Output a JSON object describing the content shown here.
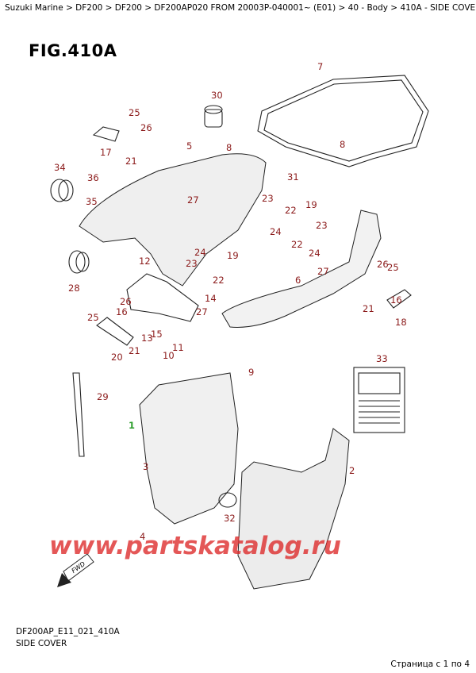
{
  "breadcrumb": "Suzuki Marine > DF200 > DF200 > DF200AP020 FROM 20003P-040001~ (E01) > 40 - Body > 410A - SIDE COVER",
  "figure_title": "FIG.410A",
  "drawing_code": "DF200AP_E11_021_410A",
  "subtitle": "SIDE COVER",
  "pager": "Страница с 1 по 4",
  "watermark": "www.partskatalog.ru",
  "fwd_label": "FWD",
  "part_labels": [
    "1",
    "2",
    "3",
    "4",
    "5",
    "6",
    "7",
    "8",
    "8",
    "9",
    "10",
    "11",
    "12",
    "13",
    "14",
    "15",
    "16",
    "16",
    "17",
    "18",
    "19",
    "19",
    "20",
    "21",
    "21",
    "21",
    "22",
    "22",
    "22",
    "23",
    "23",
    "23",
    "24",
    "24",
    "24",
    "25",
    "25",
    "25",
    "26",
    "26",
    "26",
    "27",
    "27",
    "27",
    "28",
    "29",
    "30",
    "31",
    "32",
    "33",
    "34",
    "35",
    "36"
  ],
  "colors": {
    "label": "#8b1a1a",
    "watermark": "#dc2828",
    "highlight": "#2e9e2e"
  }
}
